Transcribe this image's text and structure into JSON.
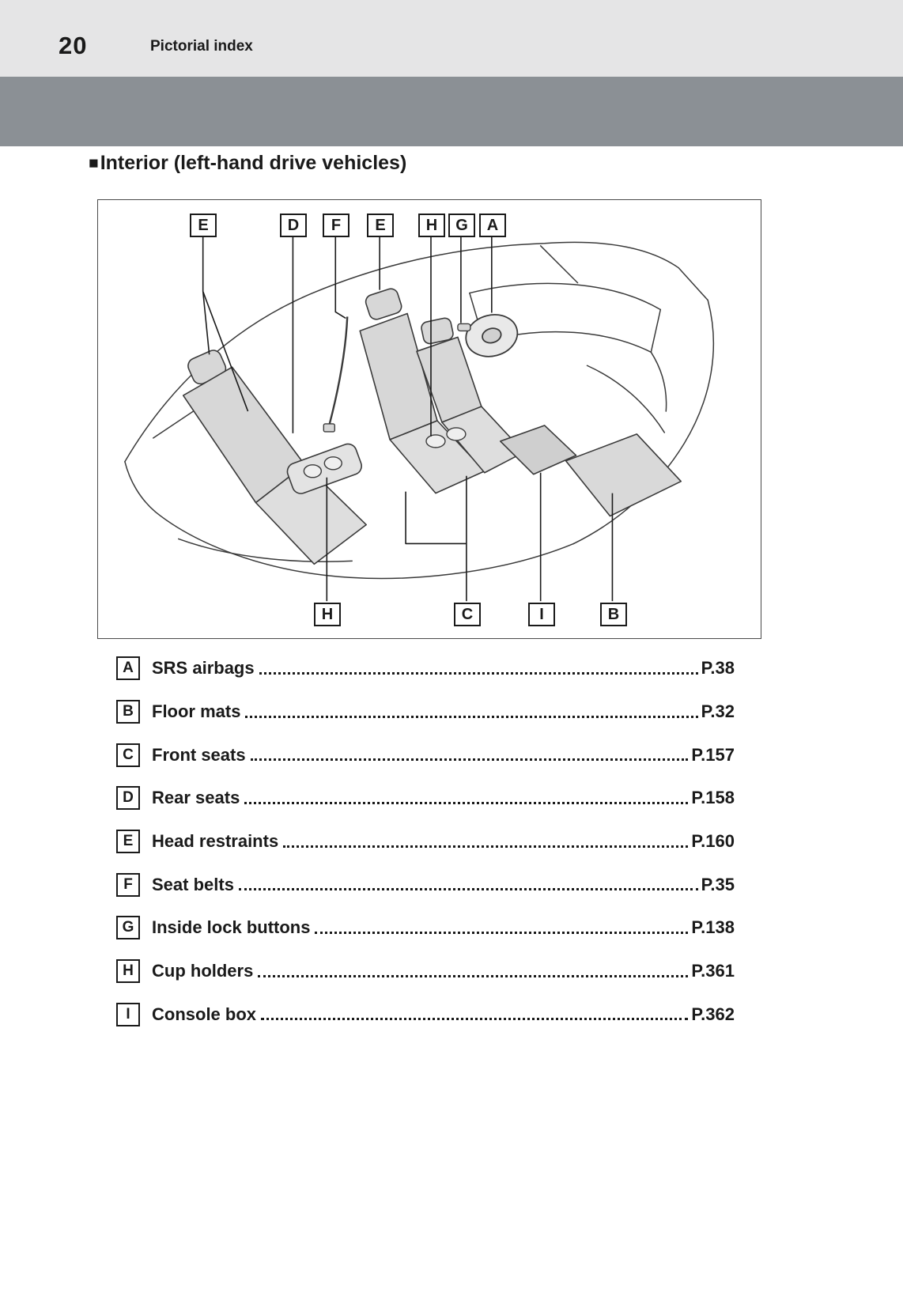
{
  "page": {
    "number": "20",
    "header_title": "Pictorial index"
  },
  "section": {
    "marker": "■",
    "heading": "Interior (left-hand drive vehicles)"
  },
  "diagram": {
    "top_labels": [
      "E",
      "D",
      "F",
      "E",
      "H",
      "G",
      "A"
    ],
    "bottom_labels": [
      "H",
      "C",
      "I",
      "B"
    ]
  },
  "legend": {
    "items": [
      {
        "key": "A",
        "label": "SRS airbags",
        "page": "P.38"
      },
      {
        "key": "B",
        "label": "Floor mats",
        "page": "P.32"
      },
      {
        "key": "C",
        "label": "Front seats",
        "page": "P.157"
      },
      {
        "key": "D",
        "label": "Rear seats",
        "page": "P.158"
      },
      {
        "key": "E",
        "label": "Head restraints",
        "page": "P.160"
      },
      {
        "key": "F",
        "label": "Seat belts",
        "page": "P.35"
      },
      {
        "key": "G",
        "label": "Inside lock buttons",
        "page": "P.138"
      },
      {
        "key": "H",
        "label": "Cup holders",
        "page": "P.361"
      },
      {
        "key": "I",
        "label": "Console box",
        "page": "P.362"
      }
    ]
  },
  "colors": {
    "header_bg": "#e5e5e6",
    "band": "#8b9095",
    "seat_fill": "#d7d7d7",
    "outline": "#3a3a3a",
    "text": "#1a1a1a"
  }
}
